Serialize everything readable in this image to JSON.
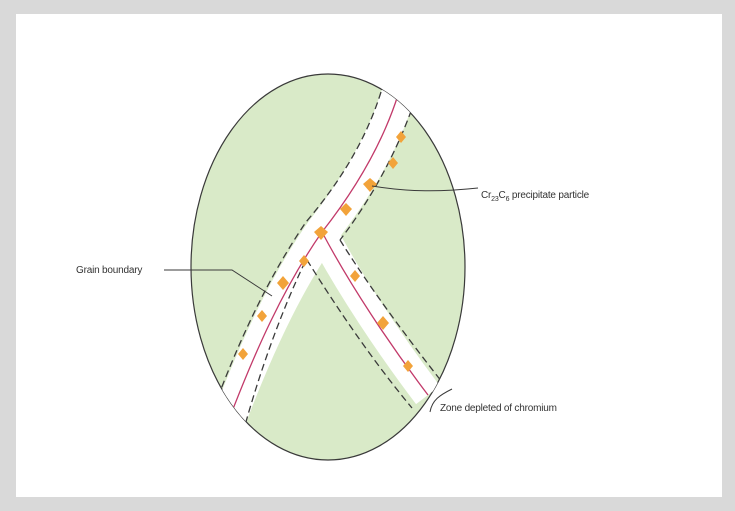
{
  "labels": {
    "precipitate_prefix": "Cr",
    "precipitate_sub1": "23",
    "precipitate_mid": "C",
    "precipitate_sub2": "6",
    "precipitate_suffix": " precipitate particle",
    "grain_boundary": "Grain boundary",
    "depleted_zone": "Zone depleted of chromium"
  },
  "colors": {
    "background": "#d9d9d9",
    "grain_fill": "#d9eac8",
    "boundary_band": "#ffffff",
    "dashed_outline": "#3a3a3a",
    "boundary_line": "#c23a6a",
    "precipitate": "#f2a33a"
  }
}
